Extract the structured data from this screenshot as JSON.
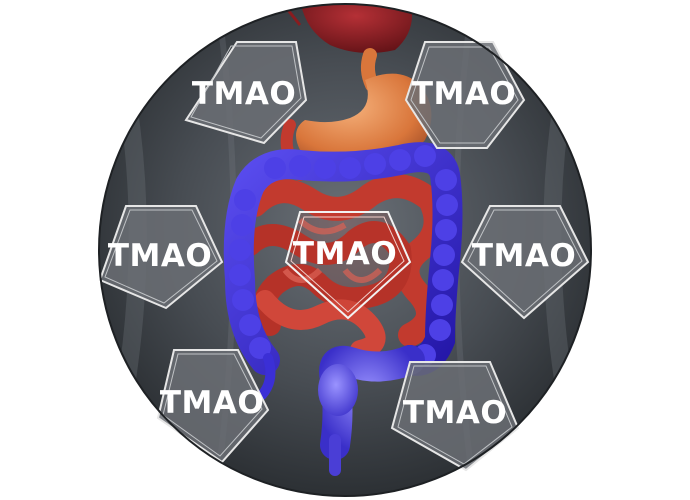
{
  "figure": {
    "badge_label": "TMAO",
    "badges": [
      {
        "id": "top-left",
        "label": "TMAO"
      },
      {
        "id": "top-right",
        "label": "TMAO"
      },
      {
        "id": "middle-left",
        "label": "TMAO"
      },
      {
        "id": "center",
        "label": "TMAO"
      },
      {
        "id": "middle-right",
        "label": "TMAO"
      },
      {
        "id": "bottom-left",
        "label": "TMAO"
      },
      {
        "id": "bottom-right",
        "label": "TMAO"
      }
    ],
    "colors": {
      "background_dark": "#2f3337",
      "background_light": "#5a5f65",
      "badge_fill": "#6b6f74",
      "badge_stroke": "#e6e6e6",
      "large_intestine": "#3b2fd6",
      "small_intestine": "#c23a2e",
      "stomach": "#e08a4c",
      "liver": "#8a1c1f"
    }
  }
}
